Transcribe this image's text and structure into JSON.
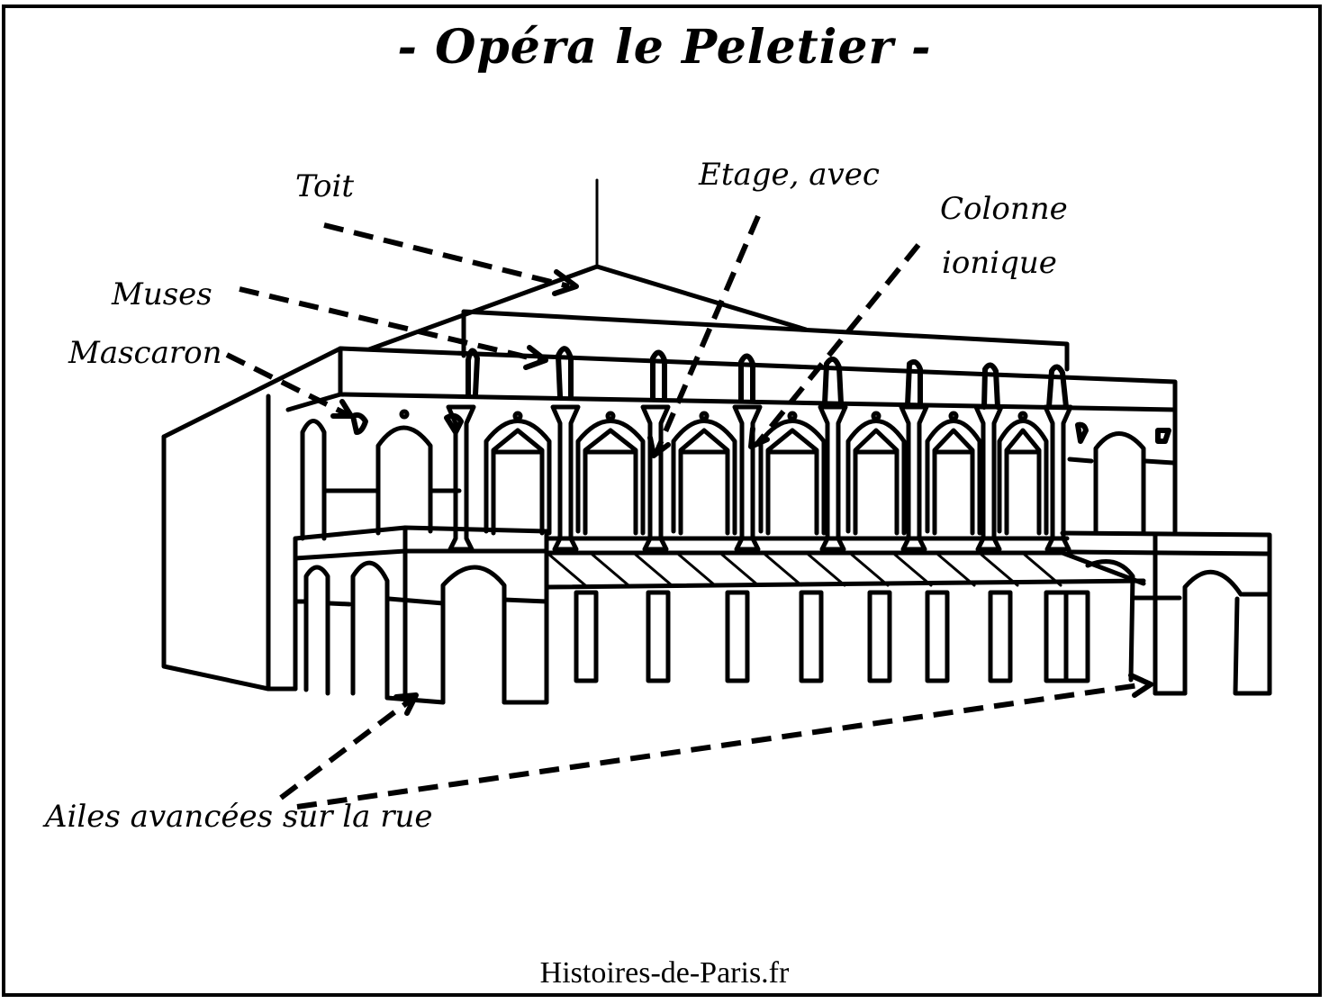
{
  "title": "- Opéra le Peletier -",
  "labels": {
    "toit": "Toit",
    "muses": "Muses",
    "mascaron": "Mascaron",
    "etage": "Etage, avec",
    "colonne_line1": "Colonne",
    "colonne_line2": "ionique",
    "ailes": "Ailes avancées sur la rue"
  },
  "footer": "Histoires-de-Paris.fr",
  "colors": {
    "ink": "#000000",
    "paper": "#ffffff"
  }
}
